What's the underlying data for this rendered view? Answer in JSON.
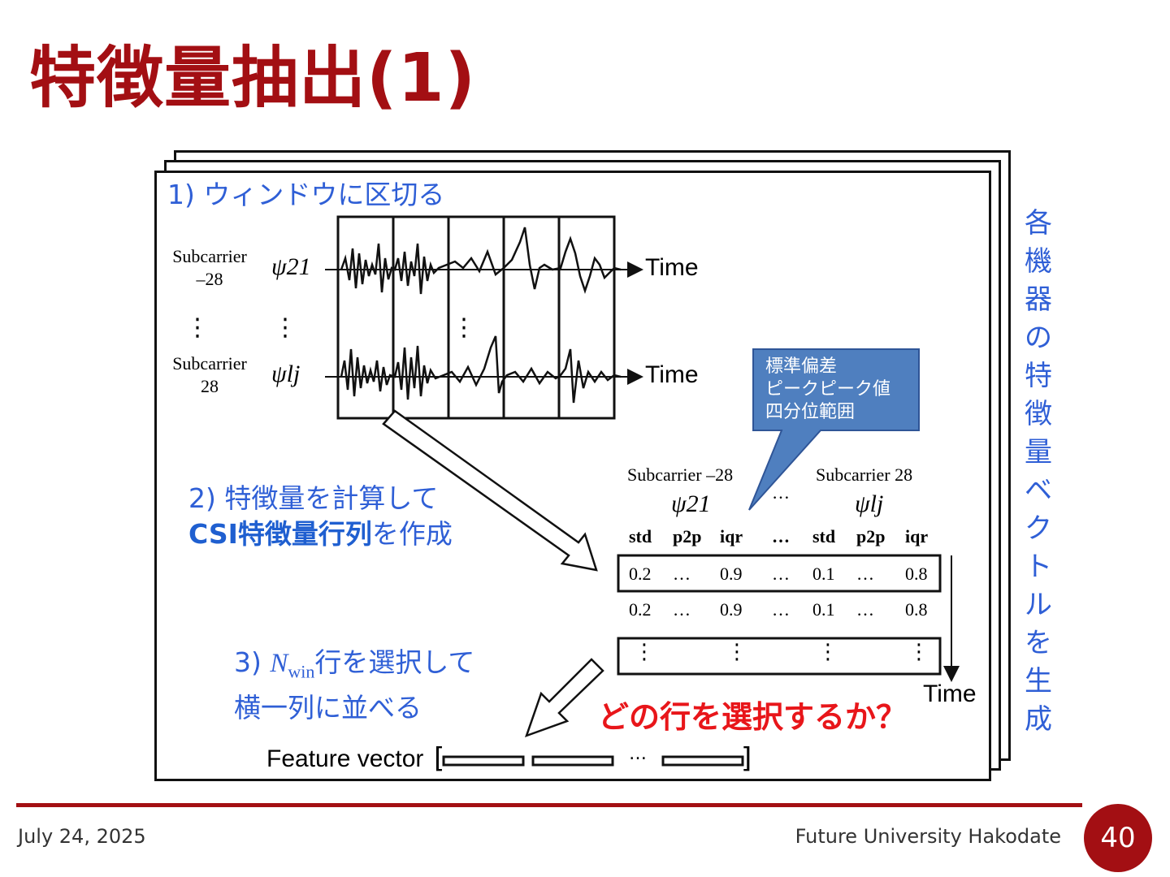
{
  "slide": {
    "title": "特徴量抽出(1)",
    "footer_date": "July 24, 2025",
    "footer_institution": "Future University Hakodate",
    "page_number": "40"
  },
  "colors": {
    "accent": "#a30f13",
    "step_text": "#2f5fd6",
    "callout": "#4f7fbf",
    "emphasis": "#e8161a"
  },
  "steps": {
    "step1": "1) ウィンドウに区切る",
    "step2_line1": "2) 特徴量を計算して",
    "step2_bold": "CSI特徴量行列",
    "step2_rest": "を作成",
    "step3_prefix": "3) ",
    "step3_var": "N",
    "step3_sub": "win",
    "step3_line1_rest": "行を選択して",
    "step3_line2": "横一列に並べる"
  },
  "window_diagram": {
    "sub1_line1": "Subcarrier",
    "sub1_line2": "–28",
    "sub2_line1": "Subcarrier",
    "sub2_line2": "28",
    "psi1": "ψ21",
    "psi2": "ψlj",
    "time_label": "Time",
    "vdots": "⋮"
  },
  "vertical_note": [
    "各",
    "機",
    "器",
    "の",
    "特",
    "徴",
    "量",
    "ベ",
    "ク",
    "ト",
    "ル",
    "を",
    "生",
    "成"
  ],
  "callout": {
    "line1": "標準偏差",
    "line2": "ピークピーク値",
    "line3": "四分位範囲"
  },
  "matrix": {
    "group1": "Subcarrier –28",
    "group2": "Subcarrier 28",
    "group_ellipsis": "…",
    "psi1": "ψ21",
    "psi2": "ψlj",
    "headers": [
      "std",
      "p2p",
      "iqr",
      "…",
      "std",
      "p2p",
      "iqr"
    ],
    "row1": [
      "0.2",
      "…",
      "0.9",
      "…",
      "0.1",
      "…",
      "0.8"
    ],
    "row2": [
      "0.2",
      "…",
      "0.9",
      "…",
      "0.1",
      "…",
      "0.8"
    ],
    "time_label": "Time"
  },
  "question": "どの行を選択するか？",
  "feature_vector": {
    "label": "Feature vector",
    "open": "[",
    "close": "]",
    "ellipsis": "…"
  }
}
